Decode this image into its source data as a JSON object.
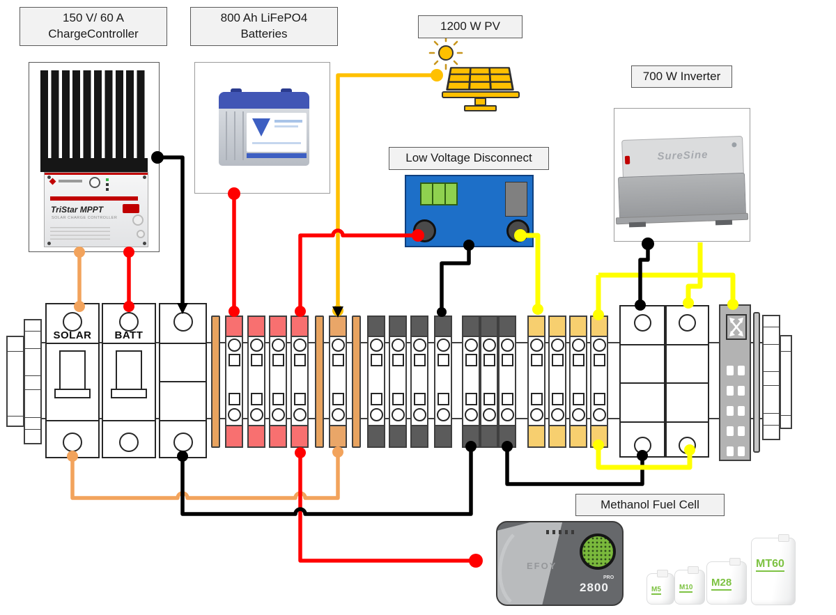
{
  "annotations": {
    "charge_controller": {
      "line1": "150 V/ 60 A",
      "line2": "ChargeController"
    },
    "batteries": {
      "line1": "800 Ah LiFePO4",
      "line2": "Batteries"
    },
    "pv": {
      "text": "1200 W PV"
    },
    "lvd": {
      "text": "Low Voltage Disconnect"
    },
    "inverter": {
      "text": "700 W Inverter"
    },
    "fuel_cell": {
      "text": "Methanol Fuel Cell"
    }
  },
  "devices": {
    "charge_controller": {
      "brand": "TriStar MPPT",
      "sub": "SOLAR CHARGE CONTROLLER"
    },
    "inverter": {
      "brand": "SureSine"
    },
    "fuel_cell": {
      "brand": "EFOY",
      "series": "PRO",
      "model": "2800",
      "canisters": [
        "M5",
        "M10",
        "M28",
        "MT60"
      ]
    }
  },
  "rail": {
    "breakers": [
      {
        "x": 65,
        "w": 78,
        "label": "SOLAR",
        "toggle": true
      },
      {
        "x": 146,
        "w": 78,
        "label": "BATT",
        "toggle": true
      },
      {
        "x": 228,
        "w": 69,
        "label": "",
        "toggle": false
      }
    ],
    "separators": [
      303,
      452,
      505
    ],
    "terminals": [
      {
        "x": 323,
        "color": "red"
      },
      {
        "x": 355,
        "color": "red"
      },
      {
        "x": 386,
        "color": "red"
      },
      {
        "x": 417,
        "color": "red"
      },
      {
        "x": 472,
        "color": "amber"
      },
      {
        "x": 527,
        "color": "gray"
      },
      {
        "x": 558,
        "color": "gray"
      },
      {
        "x": 589,
        "color": "gray"
      },
      {
        "x": 623,
        "color": "gray"
      },
      {
        "x": 663,
        "color": "gray"
      },
      {
        "x": 689,
        "color": "gray"
      },
      {
        "x": 715,
        "color": "gray"
      },
      {
        "x": 757,
        "color": "yellow"
      },
      {
        "x": 787,
        "color": "yellow"
      },
      {
        "x": 817,
        "color": "yellow"
      },
      {
        "x": 847,
        "color": "yellow"
      }
    ]
  },
  "colors": {
    "wire_orange": "#F2A35C",
    "wire_red": "#FF0000",
    "wire_black": "#000000",
    "wire_yellow": "#FFFF00",
    "wire_amber": "#FFC000",
    "terminal_red": "#F87070",
    "terminal_amber": "#E9A668",
    "terminal_gray": "#5B5B5B",
    "terminal_yellow": "#F7CF6F",
    "separator_orange": "#E8A35F",
    "lvd_blue": "#1D6FC8",
    "lvd_green": "#8FD14F",
    "label_bg": "#F2F2F2",
    "canister_green": "#7DC242"
  }
}
